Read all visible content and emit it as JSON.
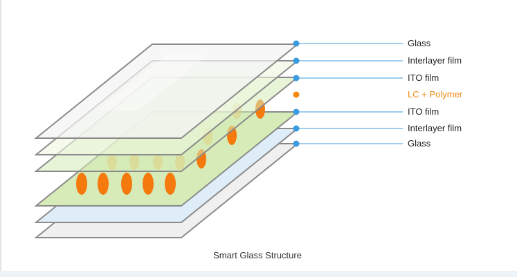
{
  "diagram": {
    "caption": "Smart Glass Structure",
    "layers": [
      {
        "label": "Glass",
        "color": "#3b9be0"
      },
      {
        "label": "Interlayer film",
        "color": "#3b9be0"
      },
      {
        "label": "ITO film",
        "color": "#3b9be0"
      },
      {
        "label": "LC + Polymer",
        "color": "#f08a12"
      },
      {
        "label": "ITO film",
        "color": "#3b9be0"
      },
      {
        "label": "Interlayer film",
        "color": "#3b9be0"
      },
      {
        "label": "Glass",
        "color": "#3b9be0"
      }
    ]
  }
}
